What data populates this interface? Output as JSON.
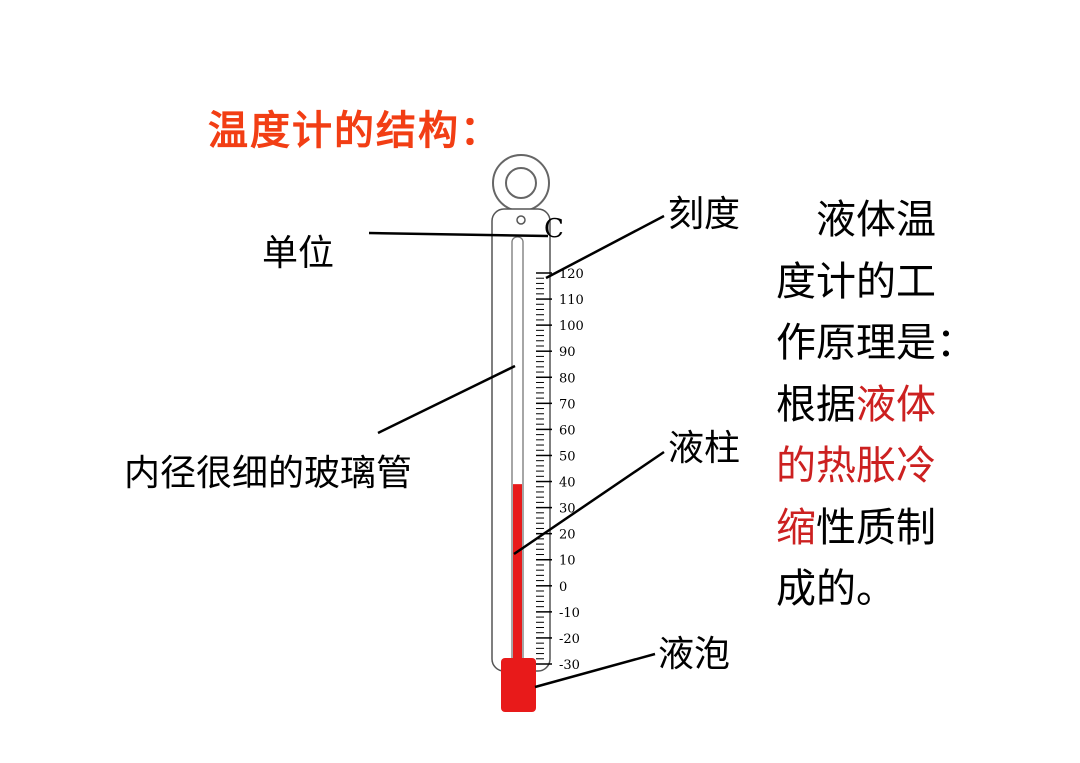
{
  "title": "温度计的结构：",
  "labels": {
    "unit": "单位",
    "unit_symbol": "C",
    "scale": "刻度",
    "tube": "内径很细的玻璃管",
    "column": "液柱",
    "bulb": "液泡"
  },
  "description": {
    "lines": [
      [
        {
          "text": "　液体温",
          "red": false
        }
      ],
      [
        {
          "text": "度计的工",
          "red": false
        }
      ],
      [
        {
          "text": "作原理是：",
          "red": false
        }
      ],
      [
        {
          "text": "根据",
          "red": false
        },
        {
          "text": "液体",
          "red": true
        }
      ],
      [
        {
          "text": "的热胀冷",
          "red": true
        }
      ],
      [
        {
          "text": "缩",
          "red": true
        },
        {
          "text": "性质制",
          "red": false
        }
      ],
      [
        {
          "text": "成的。",
          "red": false
        }
      ]
    ]
  },
  "thermometer": {
    "scale_min": -30,
    "scale_max": 120,
    "major_step": 10,
    "minor_step": 2,
    "liquid_level": 39,
    "tick_labels": [
      "120",
      "110",
      "100",
      "90",
      "80",
      "70",
      "60",
      "50",
      "40",
      "30",
      "20",
      "10",
      "0",
      "-10",
      "-20",
      "-30"
    ]
  },
  "colors": {
    "title": "#f23e14",
    "liquid": "#e81a1a",
    "highlight_text": "#cc2020"
  }
}
